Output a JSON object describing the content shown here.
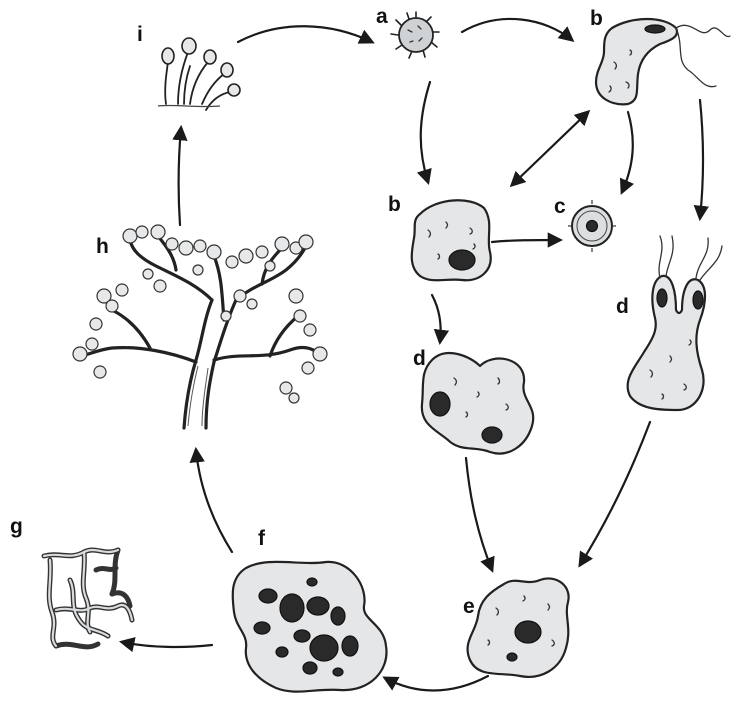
{
  "labels": {
    "a": "a",
    "b_top": "b",
    "b_mid": "b",
    "c": "c",
    "d_left": "d",
    "d_right": "d",
    "e": "e",
    "f": "f",
    "g": "g",
    "h": "h",
    "i": "i"
  },
  "colors": {
    "cell_fill": "#e4e6e8",
    "outline": "#222222",
    "nucleus": "#2a2a2a"
  }
}
